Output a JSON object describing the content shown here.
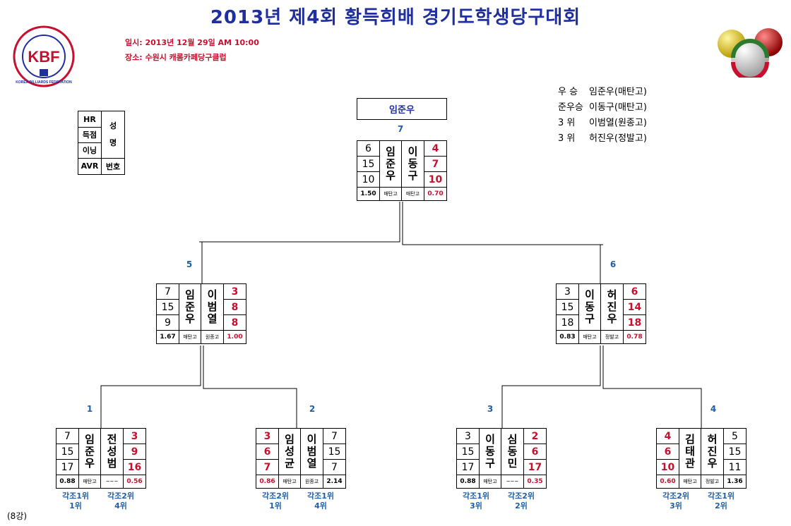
{
  "title": "2013년 제4회 황득희배 경기도학생당구대회",
  "info": {
    "date": "일시: 2013년  12월  29일  AM 10:00",
    "place": "장소: 수원시 캐롬카페당구클럽"
  },
  "logo": {
    "text": "KBF",
    "org": "KOREA BILLIARDS FEDERATION"
  },
  "results": [
    {
      "label": "우  승",
      "value": "임준우(매탄고)"
    },
    {
      "label": "준우승",
      "value": "이동구(매탄고)"
    },
    {
      "label": "3  위",
      "value": "이범열(원종고)"
    },
    {
      "label": "3  위",
      "value": "허진우(정발고)"
    }
  ],
  "legend": {
    "hr": "HR",
    "score": "득점",
    "inning": "이닝",
    "avr": "AVR",
    "name": "성\n\n명",
    "number": "번호"
  },
  "winner": "임준우",
  "round_label": "(8강)",
  "colors": {
    "title": "#1f2f9f",
    "accent_red": "#c8102e",
    "match_number": "#1f5fa8"
  },
  "matches": [
    {
      "id": "m7",
      "no": "7",
      "left": {
        "scores": [
          "6",
          "15",
          "10"
        ],
        "name": "임준우",
        "school": "매탄고",
        "avr": "1.50",
        "red": false
      },
      "right": {
        "scores": [
          "4",
          "7",
          "10"
        ],
        "name": "이동구",
        "school": "매탄고",
        "avr": "0.70",
        "red": true
      }
    },
    {
      "id": "m5",
      "no": "5",
      "left": {
        "scores": [
          "7",
          "15",
          "9"
        ],
        "name": "임준우",
        "school": "매탄고",
        "avr": "1.67",
        "red": false
      },
      "right": {
        "scores": [
          "3",
          "8",
          "8"
        ],
        "name": "이범열",
        "school": "원종고",
        "avr": "1.00",
        "red": true
      }
    },
    {
      "id": "m6",
      "no": "6",
      "left": {
        "scores": [
          "3",
          "15",
          "18"
        ],
        "name": "이동구",
        "school": "매탄고",
        "avr": "0.83",
        "red": false
      },
      "right": {
        "scores": [
          "6",
          "14",
          "18"
        ],
        "name": "허진우",
        "school": "정발고",
        "avr": "0.78",
        "red": true
      }
    },
    {
      "id": "m1",
      "no": "1",
      "left": {
        "scores": [
          "7",
          "15",
          "17"
        ],
        "name": "임준우",
        "school": "매탄고",
        "avr": "0.88",
        "red": false
      },
      "right": {
        "scores": [
          "3",
          "9",
          "16"
        ],
        "name": "전성범",
        "school": "~~~",
        "avr": "0.56",
        "red": true
      }
    },
    {
      "id": "m2",
      "no": "2",
      "left": {
        "scores": [
          "3",
          "6",
          "7"
        ],
        "name": "임성균",
        "school": "매탄고",
        "avr": "0.86",
        "red": true
      },
      "right": {
        "scores": [
          "7",
          "15",
          "7"
        ],
        "name": "이범열",
        "school": "원종고",
        "avr": "2.14",
        "red": false
      }
    },
    {
      "id": "m3",
      "no": "3",
      "left": {
        "scores": [
          "3",
          "15",
          "17"
        ],
        "name": "이동구",
        "school": "매탄고",
        "avr": "0.88",
        "red": false
      },
      "right": {
        "scores": [
          "2",
          "6",
          "17"
        ],
        "name": "심동민",
        "school": "~~~",
        "avr": "0.35",
        "red": true
      }
    },
    {
      "id": "m4",
      "no": "4",
      "left": {
        "scores": [
          "4",
          "6",
          "10"
        ],
        "name": "김태관",
        "school": "매탄고",
        "avr": "0.60",
        "red": true
      },
      "right": {
        "scores": [
          "5",
          "15",
          "11"
        ],
        "name": "허진우",
        "school": "정발고",
        "avr": "1.36",
        "red": false
      }
    }
  ],
  "ranks": {
    "m1": [
      {
        "group": "각조1위",
        "place": "1위"
      },
      {
        "group": "각조2위",
        "place": "4위"
      }
    ],
    "m2": [
      {
        "group": "각조2위",
        "place": "1위"
      },
      {
        "group": "각조1위",
        "place": "4위"
      }
    ],
    "m3": [
      {
        "group": "각조1위",
        "place": "3위"
      },
      {
        "group": "각조2위",
        "place": "2위"
      }
    ],
    "m4": [
      {
        "group": "각조2위",
        "place": "3위"
      },
      {
        "group": "각조1위",
        "place": "2위"
      }
    ]
  }
}
